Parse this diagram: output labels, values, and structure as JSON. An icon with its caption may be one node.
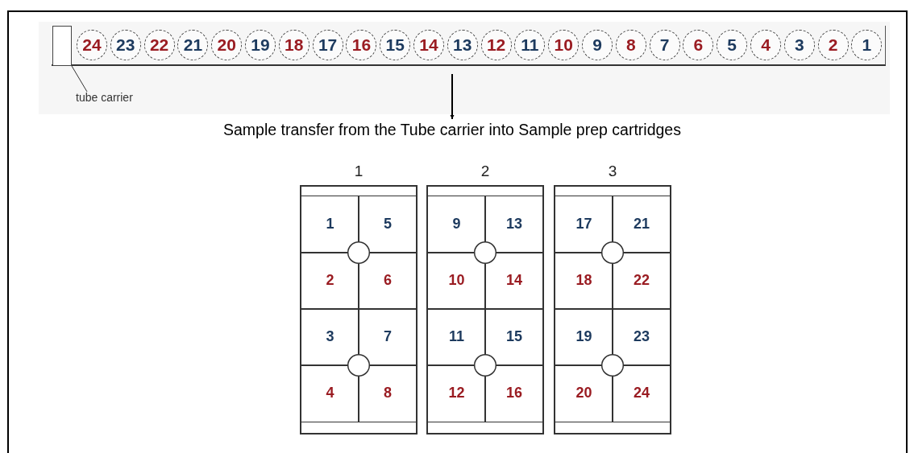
{
  "diagram": {
    "nodes": [
      {
        "text": [],
        "shape": "bar"
      },
      {
        "text": [],
        "shape": "box",
        "in": 0
      },
      {
        "text": [
          "24"
        ],
        "in": 0
      },
      {
        "text": [
          "23"
        ],
        "in": 0
      },
      {
        "text": [
          "22"
        ],
        "in": 0
      },
      {
        "text": [
          "21"
        ],
        "in": 0
      },
      {
        "text": [
          "20"
        ],
        "in": 0
      },
      {
        "text": [
          "19"
        ],
        "in": 0
      },
      {
        "text": [
          "18"
        ],
        "in": 0
      },
      {
        "text": [
          "17"
        ],
        "in": 0
      },
      {
        "text": [
          "16"
        ],
        "in": 0
      },
      {
        "text": [
          "15"
        ],
        "in": 0
      },
      {
        "text": [
          "14"
        ],
        "in": 0
      },
      {
        "text": [
          "13"
        ],
        "in": 0
      },
      {
        "text": [
          "12"
        ],
        "in": 0
      },
      {
        "text": [
          "11"
        ],
        "in": 0
      },
      {
        "text": [
          "10"
        ],
        "in": 0
      },
      {
        "text": [
          "9"
        ],
        "in": 0
      },
      {
        "text": [
          "8"
        ],
        "in": 0
      },
      {
        "text": [
          "7"
        ],
        "in": 0
      },
      {
        "text": [
          "6"
        ],
        "in": 0
      },
      {
        "text": [
          "5"
        ],
        "in": 0
      },
      {
        "text": [
          "4"
        ],
        "in": 0
      },
      {
        "text": [
          "3"
        ],
        "in": 0
      },
      {
        "text": [
          "2"
        ],
        "in": 0
      },
      {
        "text": [
          "1"
        ],
        "in": 0
      },
      {
        "text": [
          "tube carrier"
        ]
      },
      {
        "text": [
          "Sample transfer from the Tube carrier into Sample prep cartridges"
        ]
      },
      {
        "text": [
          "1"
        ]
      },
      {
        "text": [
          "1"
        ],
        "in": 28
      },
      {
        "text": [
          "5"
        ],
        "in": 28
      },
      {
        "text": [
          "2"
        ],
        "in": 28
      },
      {
        "text": [
          "6"
        ],
        "in": 28
      },
      {
        "text": [
          "3"
        ],
        "in": 28
      },
      {
        "text": [
          "7"
        ],
        "in": 28
      },
      {
        "text": [
          "4"
        ],
        "in": 28
      },
      {
        "text": [
          "8"
        ],
        "in": 28
      },
      {
        "text": [
          "2"
        ]
      },
      {
        "text": [
          "9"
        ],
        "in": 37
      },
      {
        "text": [
          "13"
        ],
        "in": 37
      },
      {
        "text": [
          "10"
        ],
        "in": 37
      },
      {
        "text": [
          "14"
        ],
        "in": 37
      },
      {
        "text": [
          "11"
        ],
        "in": 37
      },
      {
        "text": [
          "15"
        ],
        "in": 37
      },
      {
        "text": [
          "12"
        ],
        "in": 37
      },
      {
        "text": [
          "16"
        ],
        "in": 37
      },
      {
        "text": [
          "3"
        ]
      },
      {
        "text": [
          "17"
        ],
        "in": 46
      },
      {
        "text": [
          "21"
        ],
        "in": 46
      },
      {
        "text": [
          "18"
        ],
        "in": 46
      },
      {
        "text": [
          "22"
        ],
        "in": 46
      },
      {
        "text": [
          "19"
        ],
        "in": 46
      },
      {
        "text": [
          "23"
        ],
        "in": 46
      },
      {
        "text": [
          "20"
        ],
        "in": 46
      },
      {
        "text": [
          "24"
        ],
        "in": 46
      }
    ],
    "edges": [
      {
        "from": 26,
        "to": 1,
        "arrow": "none"
      },
      {
        "from": 0,
        "to": 27,
        "arrow": "to"
      }
    ]
  }
}
